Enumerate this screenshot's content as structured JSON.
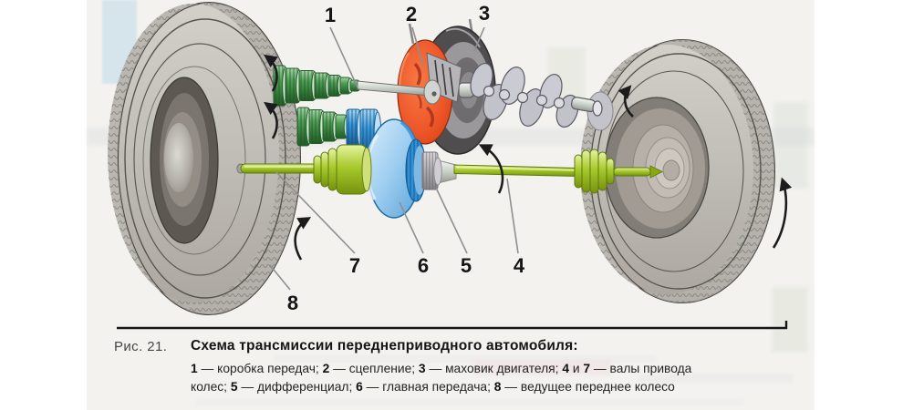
{
  "figure": {
    "label": "Рис. 21.",
    "title": "Схема трансмиссии переднеприводного автомобиля:",
    "legend": {
      "line1": [
        {
          "b": true,
          "t": "1"
        },
        {
          "b": false,
          "t": " — коробка передач; "
        },
        {
          "b": true,
          "t": "2"
        },
        {
          "b": false,
          "t": " — сцепление; "
        },
        {
          "b": true,
          "t": "3"
        },
        {
          "b": false,
          "t": " — маховик двигателя; "
        },
        {
          "b": true,
          "t": "4"
        },
        {
          "b": false,
          "t": " и "
        },
        {
          "b": true,
          "t": "7"
        },
        {
          "b": false,
          "t": " — валы привода"
        }
      ],
      "line2": [
        {
          "b": false,
          "t": "колес; "
        },
        {
          "b": true,
          "t": "5"
        },
        {
          "b": false,
          "t": " — дифференциал; "
        },
        {
          "b": true,
          "t": "6"
        },
        {
          "b": false,
          "t": " — главная передача; "
        },
        {
          "b": true,
          "t": "8"
        },
        {
          "b": false,
          "t": " — ведущее переднее колесо"
        }
      ]
    }
  },
  "callouts": [
    {
      "label": "1",
      "part": "коробка передач"
    },
    {
      "label": "2",
      "part": "сцепление"
    },
    {
      "label": "3",
      "part": "маховик двигателя"
    },
    {
      "label": "4",
      "part": "вал привода колес"
    },
    {
      "label": "5",
      "part": "дифференциал"
    },
    {
      "label": "6",
      "part": "главная передача"
    },
    {
      "label": "7",
      "part": "вал привода колес"
    },
    {
      "label": "8",
      "part": "ведущее переднее колесо"
    }
  ],
  "palette": {
    "clutch_orange": "#ef5a2a",
    "gear_green": "#4f9e55",
    "shaft_chartreuse": "#a7c92c",
    "gear_blue": "#3795d8",
    "metal_gray": "#c6c6ce",
    "flywheel_dark": "#504d4f",
    "tire_gray": "#c2beb8",
    "ink_black": "#1c1c1c",
    "scan_paper": "#f3f2ef"
  }
}
